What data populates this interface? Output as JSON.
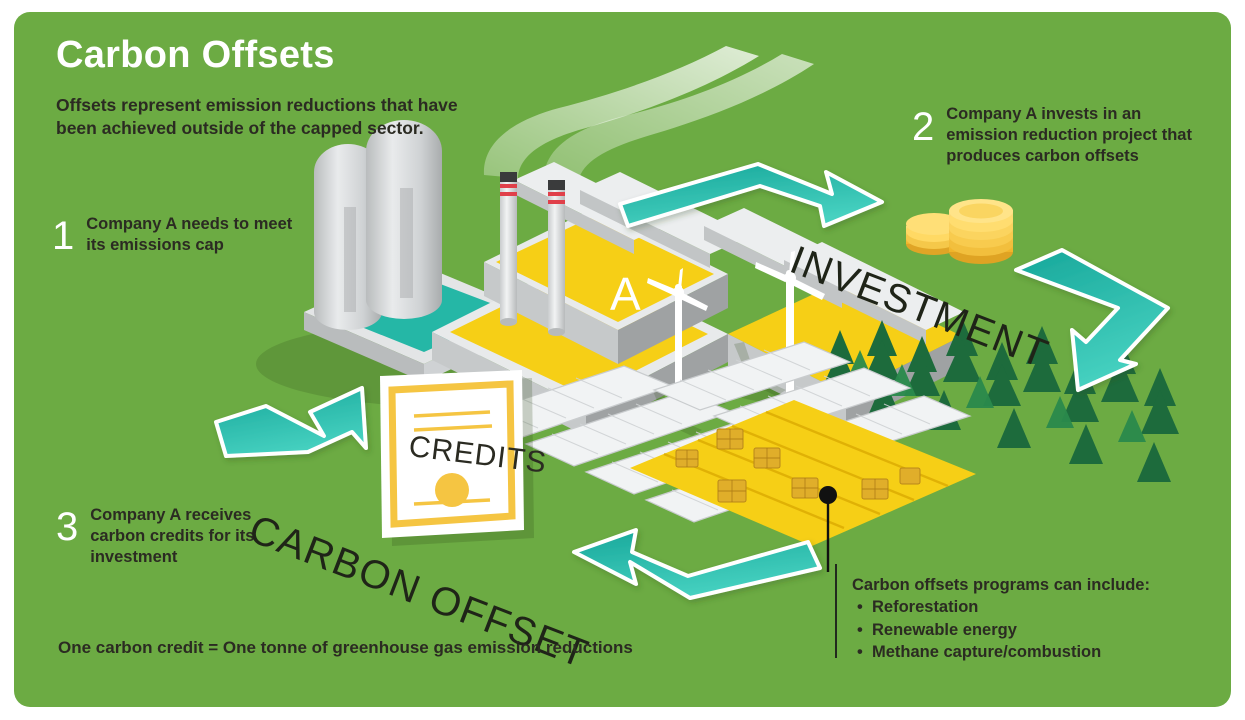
{
  "panel": {
    "background_color": "#6cab43",
    "accent_teal": "#2bbcaa",
    "accent_yellow": "#f5c542",
    "text_dark": "#2b2b22"
  },
  "header": {
    "title": "Carbon Offsets",
    "subtitle": "Offsets represent emission reductions that have been achieved outside of the capped sector."
  },
  "steps": [
    {
      "number": "1",
      "text": "Company A needs to meet its emissions cap"
    },
    {
      "number": "2",
      "text": "Company A invests in an emission reduction project that produces carbon offsets"
    },
    {
      "number": "3",
      "text": "Company A receives carbon credits for its investment"
    }
  ],
  "labels": {
    "investment": "INVESTMENT",
    "carbon_offset": "CARBON OFFSET",
    "credits_certificate": "CREDITS",
    "factory_letter": "A"
  },
  "programs": {
    "heading": "Carbon offsets programs can include:",
    "items": [
      "Reforestation",
      "Renewable energy",
      "Methane capture/combustion"
    ]
  },
  "footnote": "One carbon credit = One tonne of greenhouse gas emission reductions",
  "illustration": {
    "factory": "isometric-factory-with-smokestacks",
    "silos": "two-storage-silos",
    "smoke": "two-smoke-plumes",
    "coins": "two-stacks-of-gold-coins",
    "turbines": "two-wind-turbines",
    "solar": "solar-panel-array",
    "trees": "conifer-forest",
    "field": "yellow-crop-field-with-hay-bales",
    "certificate": "carbon-credits-certificate",
    "arrows": [
      "arrow-top-right",
      "arrow-right-down",
      "arrow-bottom-left",
      "arrow-left-up"
    ]
  }
}
